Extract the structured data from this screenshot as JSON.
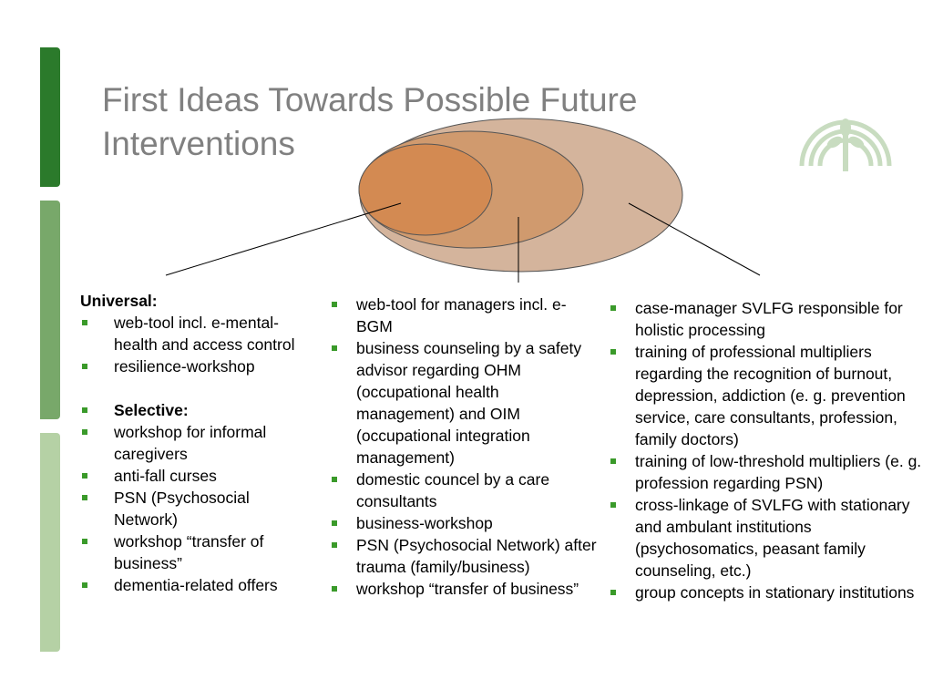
{
  "colors": {
    "bar_dark": "#2b7a2b",
    "bar_mid": "#78a86a",
    "bar_light": "#b5d1a5",
    "title": "#808080",
    "bullet": "#3a9a2a",
    "ellipse_outer": "#d4b49c",
    "ellipse_middle": "#d09a6e",
    "ellipse_inner": "#d38a52",
    "logo": "#c8dcc0"
  },
  "slide": {
    "title_line1": "First Ideas Towards Possible Future",
    "title_line2": "Interventions"
  },
  "column1": {
    "heading": "Universal:",
    "items": [
      "web-tool incl. e-mental-health and access control",
      "resilience-workshop"
    ],
    "selective_label": "Selective:",
    "selective_items": [
      "workshop for informal caregivers",
      "anti-fall curses",
      "PSN (Psychosocial Network)",
      "workshop “transfer of business”",
      "dementia-related offers"
    ]
  },
  "column2": {
    "items": [
      "web-tool for managers incl. e-BGM",
      "business counseling  by a safety advisor regarding OHM (occupational health management) and OIM (occupational integration management)",
      "domestic councel by a care consultants",
      "business-workshop",
      "PSN (Psychosocial Network) after trauma (family/business)",
      "workshop “transfer of business”"
    ]
  },
  "column3": {
    "items": [
      "case-manager SVLFG responsible for holistic processing",
      "training of professional multipliers regarding the recognition of burnout, depression, addiction (e. g.  prevention service, care consultants, profession, family doctors)",
      "training of low-threshold multipliers  (e. g. profession regarding PSN)",
      "cross-linkage of SVLFG with stationary and ambulant institutions (psychosomatics, peasant family counseling, etc.)",
      "group concepts in stationary institutions"
    ]
  }
}
